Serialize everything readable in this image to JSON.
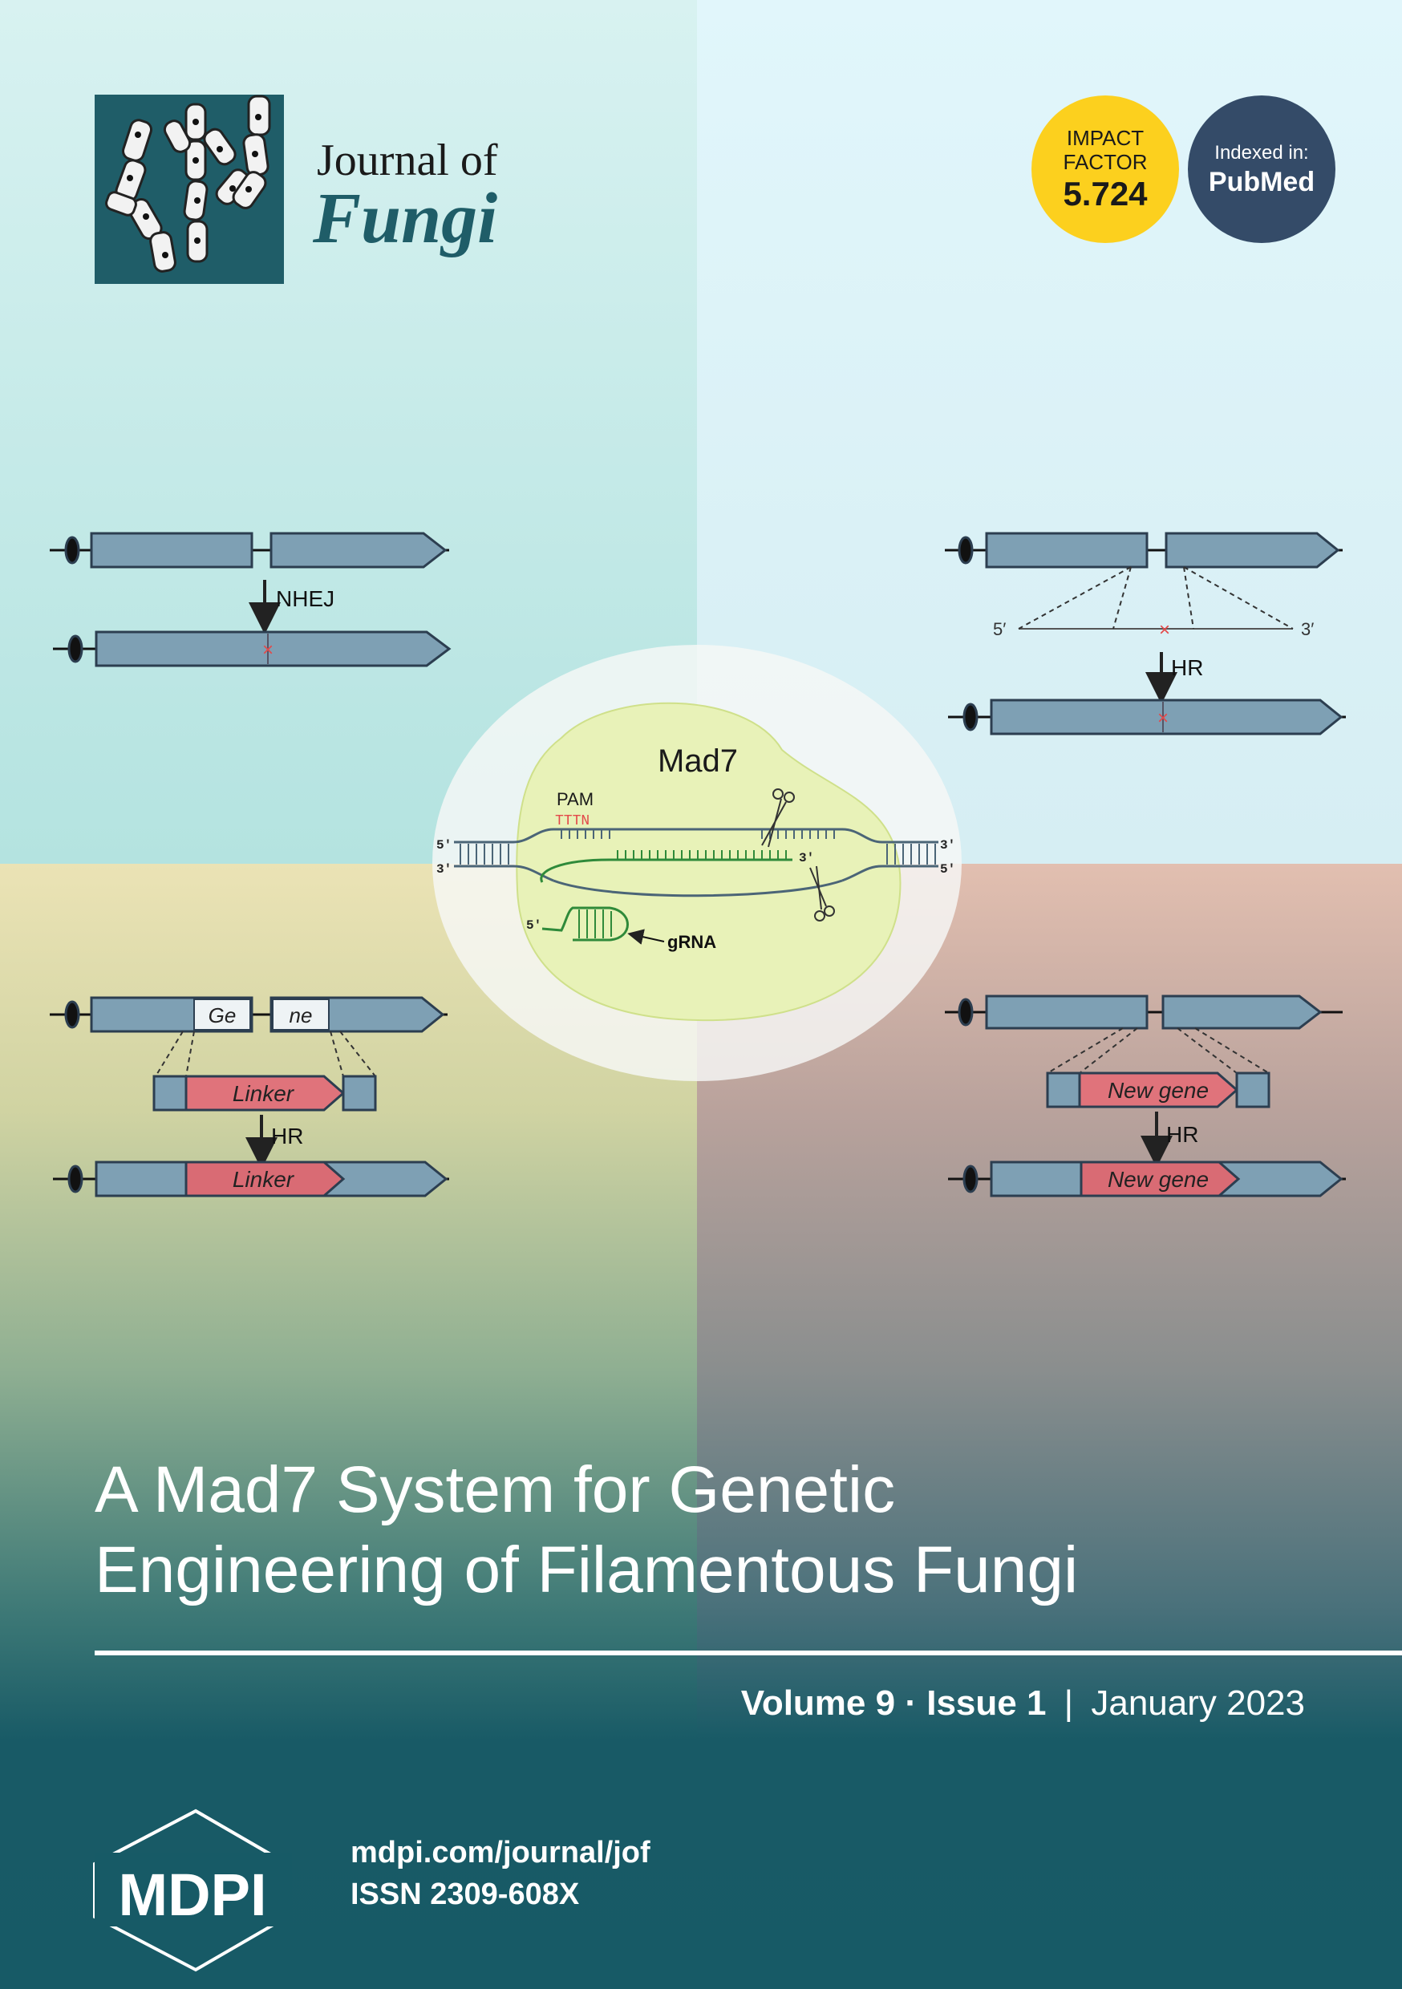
{
  "journal": {
    "name_line1": "Journal of",
    "name_line2": "Fungi"
  },
  "badges": {
    "impact_label_1": "IMPACT",
    "impact_label_2": "FACTOR",
    "impact_value": "5.724",
    "index_label": "Indexed in:",
    "index_value": "PubMed"
  },
  "figure": {
    "nhej": "NHEJ",
    "hr": "HR",
    "five_prime": "5′",
    "three_prime": "3′",
    "five_prime_dna": "5'",
    "three_prime_dna": "3'",
    "mad7": "Mad7",
    "pam": "PAM",
    "tttn": "TTTN",
    "grna": "gRNA",
    "gene_part1": "Ge",
    "gene_part2": "ne",
    "linker": "Linker",
    "new_gene": "New gene"
  },
  "article": {
    "title_line1": "A Mad7 System for Genetic",
    "title_line2": "Engineering of Filamentous Fungi"
  },
  "issue_info": {
    "volume": "Volume 9",
    "dot": "·",
    "issue": "Issue 1",
    "separator": "|",
    "date": "January 2023"
  },
  "publisher": {
    "logo_text": "MDPI",
    "url": "mdpi.com/journal/jof",
    "issn": "ISSN 2309-608X"
  },
  "colors": {
    "teal_dark": "#175a66",
    "badge_yellow": "#fcd01e",
    "badge_navy": "#344b68",
    "gene_blue": "#7ea0b4",
    "insert_red": "#e0737b",
    "mad7_green": "#e8f2b8"
  }
}
